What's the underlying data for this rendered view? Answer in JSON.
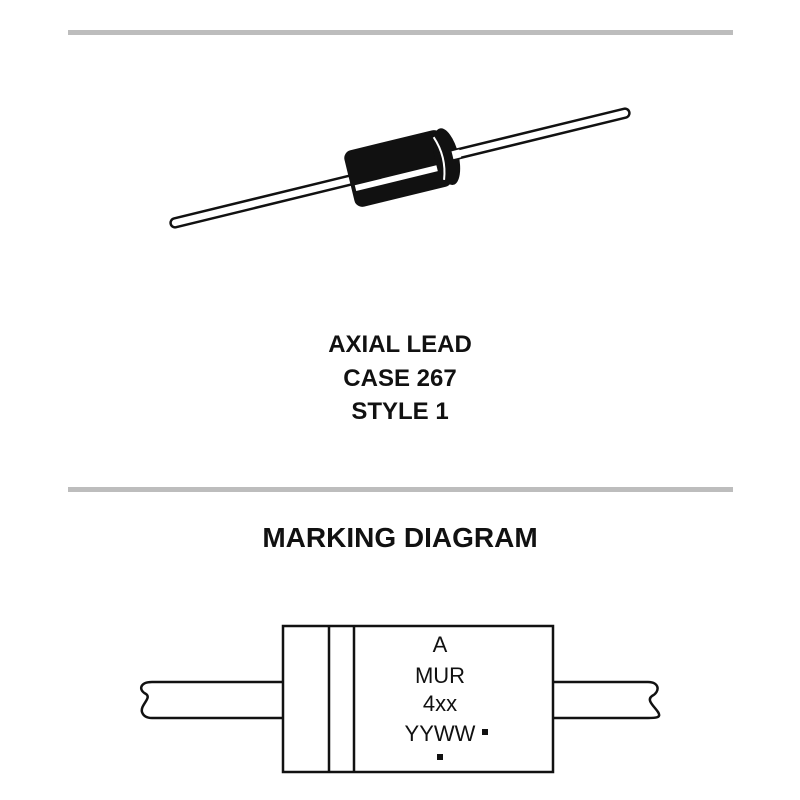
{
  "package": {
    "lines": [
      "AXIAL LEAD",
      "CASE 267",
      "STYLE 1"
    ]
  },
  "marking": {
    "title": "MARKING DIAGRAM",
    "lines": [
      "A",
      "MUR",
      "4xx",
      "YYWW"
    ]
  },
  "colors": {
    "rule": "#bdbdbd",
    "ink": "#111111"
  }
}
